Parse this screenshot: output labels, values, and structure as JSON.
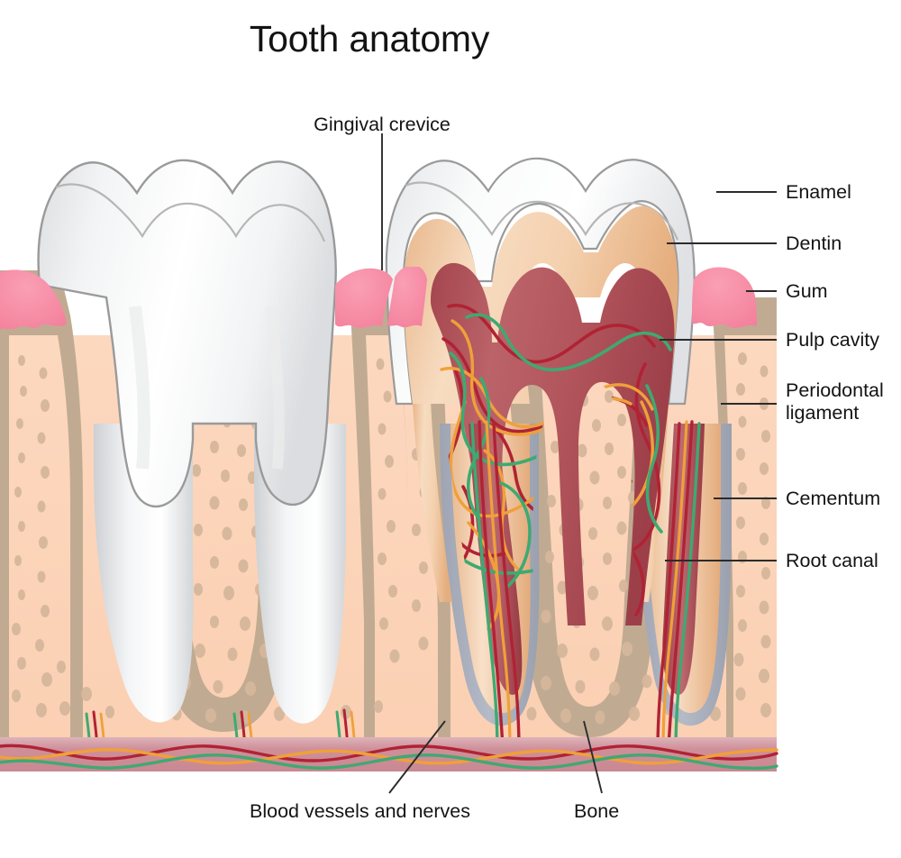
{
  "title": "Tooth anatomy",
  "labels": {
    "gingival_crevice": "Gingival crevice",
    "enamel": "Enamel",
    "dentin": "Dentin",
    "gum": "Gum",
    "pulp_cavity": "Pulp cavity",
    "periodontal_ligament": "Periodontal\nligament",
    "periodontal_ligament_line1": "Periodontal",
    "periodontal_ligament_line2": "ligament",
    "cementum": "Cementum",
    "root_canal": "Root canal",
    "blood_vessels_and_nerves": "Blood vessels and nerves",
    "bone": "Bone"
  },
  "colors": {
    "background": "#ffffff",
    "text": "#141414",
    "leader_line": "#2b2b2b",
    "enamel_light": "#ffffff",
    "enamel_shade": "#e2e4e6",
    "enamel_outline": "#9a9a9a",
    "dentin": "#f0c49a",
    "dentin_light": "#f7dcc0",
    "dentin_deep": "#e3b184",
    "pulp": "#b55a60",
    "pulp_deep": "#a84a52",
    "pulp_dark": "#9e3f48",
    "gum_pink": "#f58ba4",
    "pdl_khaki": "#c0ab92",
    "bone_peach": "#fbd3b8",
    "bone_speckle": "#d7b99e",
    "cementum_grey": "#a9aebb",
    "base_band": "#cf8f99",
    "base_band_light": "#ddb0b6",
    "vessel_red": "#b02334",
    "vessel_orange": "#f0a03a",
    "vessel_green": "#3fa972"
  }
}
